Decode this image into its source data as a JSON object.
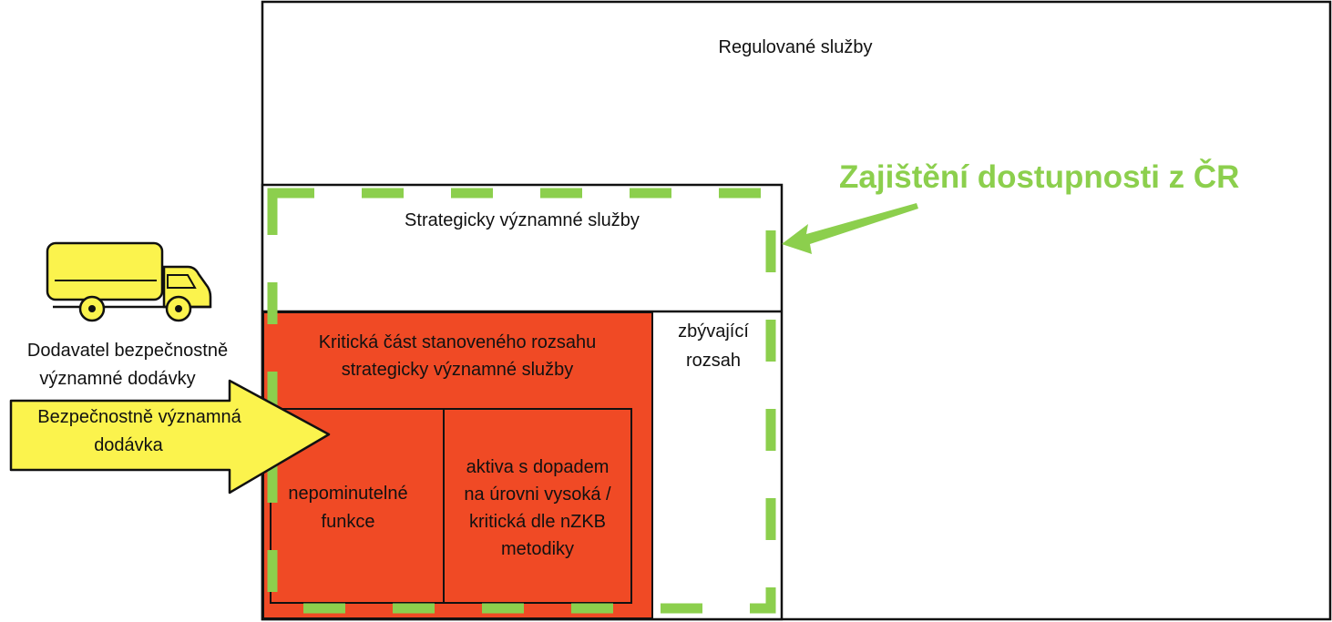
{
  "diagram": {
    "regulated_label": "Regulované služby",
    "strategic_label": "Strategicky významné služby",
    "critical_line1": "Kritická část stanoveného rozsahu",
    "critical_line2": "strategicky významné služby",
    "essential_line1": "nepominutelné",
    "essential_line2": "funkce",
    "assets_line1": "aktiva s dopadem",
    "assets_line2": "na úrovni vysoká /",
    "assets_line3": "kritická dle nZKB",
    "assets_line4": "metodiky",
    "remaining_line1": "zbývající",
    "remaining_line2": "rozsah",
    "supplier_line1": "Dodavatel bezpečnostně",
    "supplier_line2": "významné dodávky",
    "supply_line1": "Bezpečnostně významná",
    "supply_line2": "dodávka",
    "availability_label": "Zajištění dostupnosti z ČR"
  },
  "colors": {
    "critical_fill": "#f04a25",
    "green": "#8ccf4d",
    "yellow": "#fbf34d",
    "stroke": "#111111"
  },
  "icons": {
    "truck": "truck-icon"
  }
}
